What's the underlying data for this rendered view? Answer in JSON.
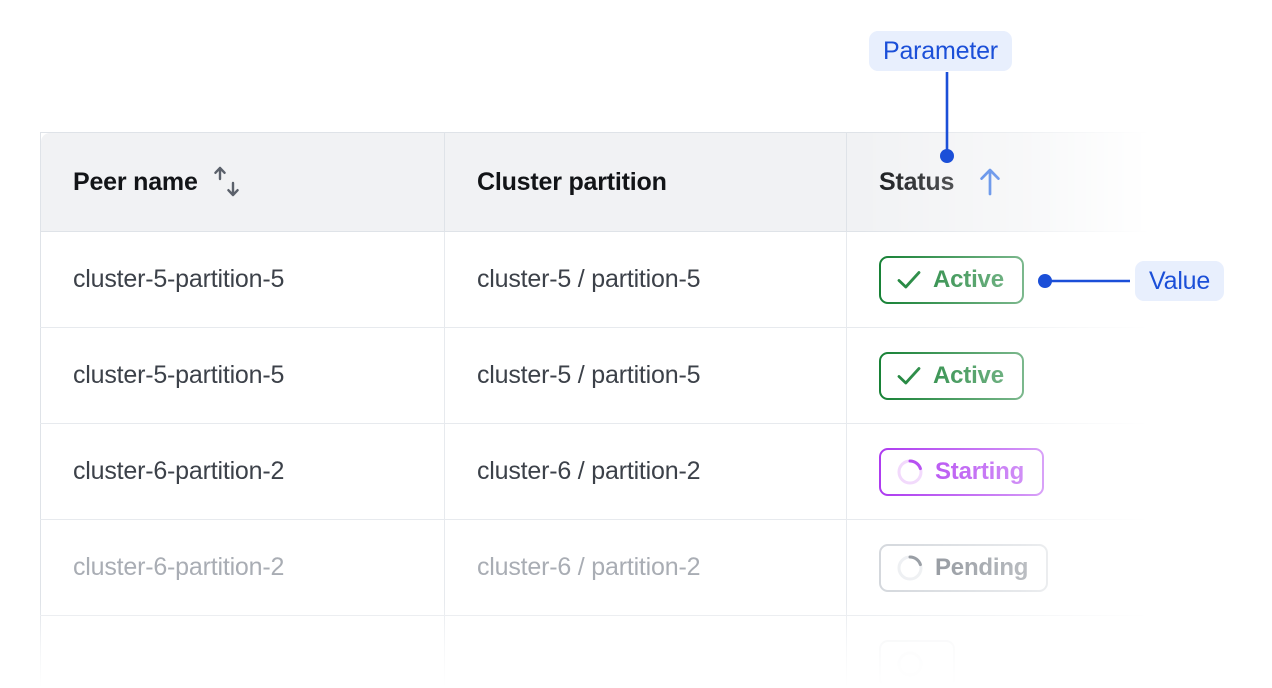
{
  "table": {
    "columns": [
      {
        "id": "peer-name",
        "label": "Peer name",
        "sort_icon": "sort-updown-icon",
        "sort_state": "none"
      },
      {
        "id": "cluster-partition",
        "label": "Cluster partition",
        "sort_icon": null,
        "sort_state": null
      },
      {
        "id": "status",
        "label": "Status",
        "sort_icon": "arrow-up-icon",
        "sort_state": "ascending"
      }
    ],
    "rows": [
      {
        "peer_name": "cluster-5-partition-5",
        "cluster_partition": "cluster-5 / partition-5",
        "status": {
          "label": "Active",
          "variant": "active",
          "icon": "check-icon"
        },
        "state": "normal"
      },
      {
        "peer_name": "cluster-5-partition-5",
        "cluster_partition": "cluster-5 / partition-5",
        "status": {
          "label": "Active",
          "variant": "active",
          "icon": "check-icon"
        },
        "state": "normal"
      },
      {
        "peer_name": "cluster-6-partition-2",
        "cluster_partition": "cluster-6 / partition-2",
        "status": {
          "label": "Starting",
          "variant": "starting",
          "icon": "spinner-icon"
        },
        "state": "normal"
      },
      {
        "peer_name": "cluster-6-partition-2",
        "cluster_partition": "cluster-6 / partition-2",
        "status": {
          "label": "Pending",
          "variant": "pending",
          "icon": "spinner-icon"
        },
        "state": "muted"
      },
      {
        "peer_name": "",
        "cluster_partition": "",
        "status": {
          "label": "",
          "variant": "faint",
          "icon": "spinner-icon"
        },
        "state": "ghost"
      }
    ]
  },
  "annotations": [
    {
      "id": "parameter",
      "label": "Parameter",
      "points_to": "status-column-header"
    },
    {
      "id": "value",
      "label": "Value",
      "points_to": "status-badge-row-1"
    }
  ],
  "colors": {
    "accent_blue": "#1b4fd8",
    "anno_badge_bg": "#e8effd",
    "status_active": "#0a7a2a",
    "status_starting": "#a930ef",
    "status_pending": "#7c828a",
    "header_bg": "#f1f2f4",
    "border": "#dfe3e8",
    "text_primary": "#121417",
    "text_body": "#3c4149",
    "text_muted": "#a9adb4"
  }
}
